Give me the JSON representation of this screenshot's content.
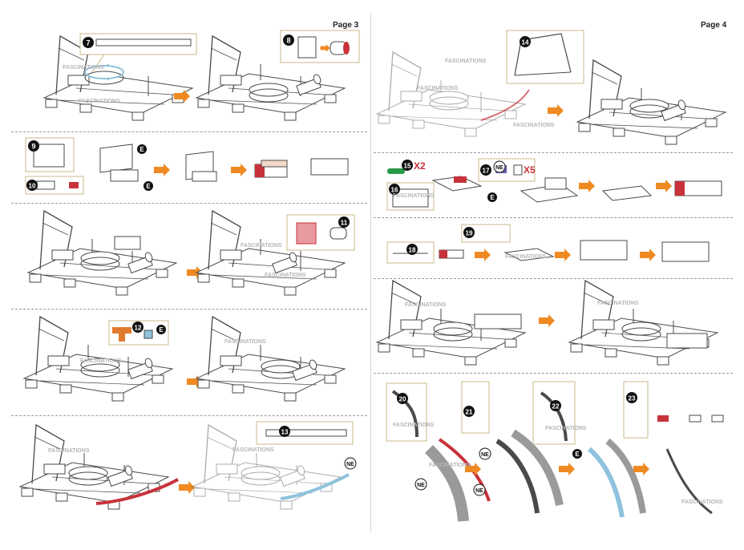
{
  "pages": [
    {
      "label": "Page 3"
    },
    {
      "label": "Page 4"
    }
  ],
  "steps": [
    "7",
    "8",
    "9",
    "10",
    "11",
    "12",
    "13",
    "14",
    "15",
    "16",
    "17",
    "18",
    "19",
    "20",
    "21",
    "22",
    "23"
  ],
  "badges": {
    "e": "E",
    "ne": "NE"
  },
  "multipliers": {
    "step15": "X2",
    "step17": "X5"
  },
  "watermark": "FASCINATIONS",
  "colors": {
    "arrow": "#ef8a22",
    "highlight_red": "#c8323a",
    "highlight_blue": "#8fc2dd",
    "highlight_orange": "#e07b2d",
    "callout_border": "#c9b98a",
    "line": "#4a4a4a",
    "green": "#2a9a4a",
    "purple": "#6a5ab0"
  }
}
